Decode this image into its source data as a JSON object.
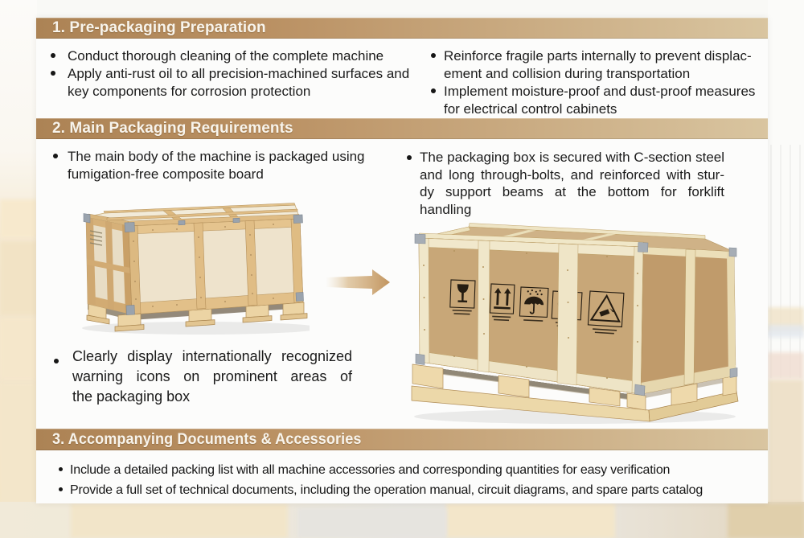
{
  "section1": {
    "title": "1. Pre-packaging Preparation",
    "left": [
      {
        "lines": [
          "Conduct thorough cleaning of the complete machine"
        ]
      },
      {
        "lines": [
          "Apply anti-rust oil to all precision-machined surfaces and",
          "key components for corrosion protection"
        ]
      }
    ],
    "right": [
      {
        "lines": [
          "Reinforce fragile parts internally to prevent displac-",
          "ement and collision during transportation"
        ]
      },
      {
        "lines": [
          "Implement moisture-proof and dust-proof measures",
          "for electrical control cabinets"
        ]
      }
    ]
  },
  "section2": {
    "title": "2. Main Packaging Requirements",
    "left_bullet": {
      "lines": [
        "The main body of the machine is packaged using",
        "fumigation-free composite board"
      ]
    },
    "right_bullet": {
      "lines": [
        "The packaging box is secured with C-section steel",
        "and long through-bolts, and reinforced with stur-",
        "dy support beams at the bottom for forklift",
        "handling"
      ]
    },
    "warning_bullet": {
      "lines": [
        "Clearly display internationally recognized",
        "warning icons on prominent areas of",
        "the packaging box"
      ]
    }
  },
  "section3": {
    "title": "3. Accompanying Documents & Accessories",
    "bullets": [
      {
        "lines": [
          "Include a detailed packing list with all machine accessories and corresponding quantities for easy verification"
        ]
      },
      {
        "lines": [
          "Provide a full set of technical documents, including the operation manual, circuit diagrams, and spare parts catalog"
        ]
      }
    ]
  },
  "illustrations": {
    "arrow_direction": "right",
    "warning_icons": [
      "fragile-icon",
      "this-way-up-icon",
      "keep-dry-icon",
      "do-not-roll-icon",
      "tilt-warning-icon"
    ]
  },
  "palette": {
    "bar_gradient_left": "#ac8355",
    "bar_gradient_right": "#d9c5a0",
    "bar_text": "#f8f4ec",
    "body_text": "#1b1b1b",
    "arrow": "#c99c67",
    "plywood": "#eee3cc",
    "wood_batten": "#e0bd85",
    "cardboard": "#c8a778",
    "light_batten": "#f0e7ca"
  }
}
